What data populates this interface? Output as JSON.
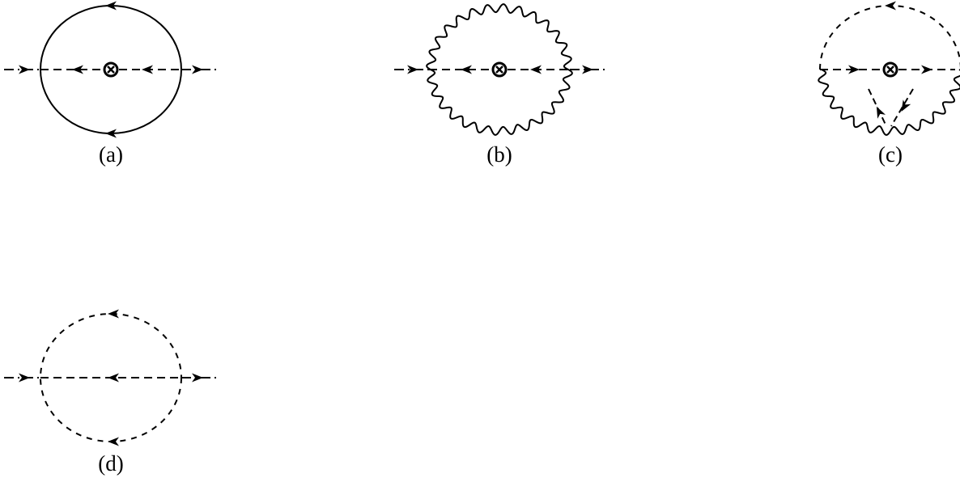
{
  "diagrams": [
    {
      "label": "(a)",
      "loop": "solid",
      "insertion": true
    },
    {
      "label": "(b)",
      "loop": "wavy",
      "insertion": true
    },
    {
      "label": "(c)",
      "loop": "dashed-top-wavy-bottom",
      "insertion": true
    },
    {
      "label": "(d)",
      "loop": "dashed",
      "insertion": false
    }
  ]
}
